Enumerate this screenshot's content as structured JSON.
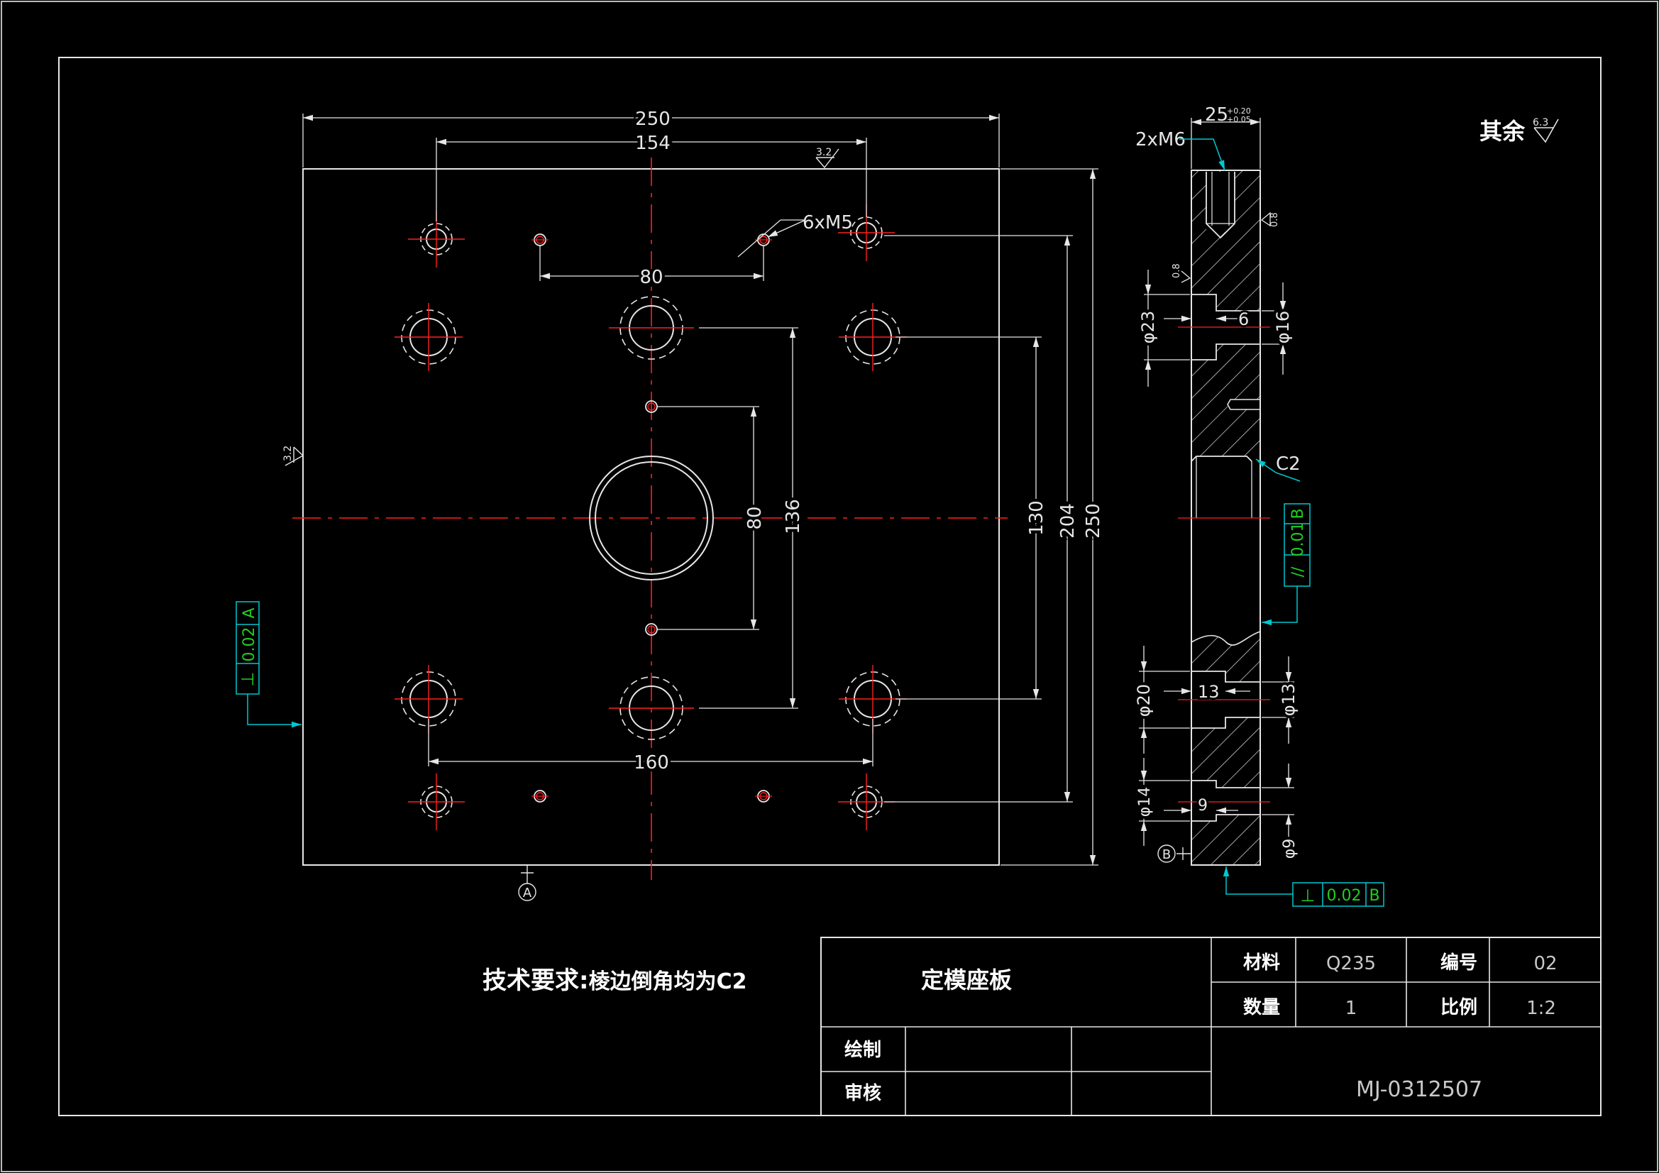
{
  "dimensions": {
    "front_width": "250",
    "front_hole_span": "154",
    "m5_span": "80",
    "front_height": "250",
    "v204": "204",
    "v130": "130",
    "v136": "136",
    "v80": "80",
    "h160": "160",
    "thickness": "25",
    "thickness_tol_upper": "+0.20",
    "thickness_tol_lower": "+0.05",
    "d23": "φ23",
    "depth6": "6",
    "d16": "φ16",
    "d20": "φ20",
    "depth13": "13",
    "d13": "φ13",
    "d14": "φ14",
    "depth9": "9",
    "d9": "φ9"
  },
  "callouts": {
    "m5_holes": "6xM5",
    "m6_holes": "2xM6",
    "chamfer": "C2",
    "datum_a": "A",
    "datum_b": "B"
  },
  "roughness": {
    "top": "3.2",
    "left": "3.2",
    "side_top": "0.8",
    "side_left": "0.8",
    "rest_label": "其余",
    "rest_value": "6.3"
  },
  "tolerance_frames": {
    "perp_a": {
      "symbol": "⊥",
      "value": "0.02",
      "datum": "A"
    },
    "par_b": {
      "symbol": "//",
      "value": "0.01",
      "datum": "B"
    },
    "perp_b": {
      "symbol": "⊥",
      "value": "0.02",
      "datum": "B"
    }
  },
  "notes": {
    "tech_req_label": "技术要求:",
    "tech_req_text": "棱边倒角均为C2"
  },
  "title_block": {
    "part_name": "定模座板",
    "material_label": "材料",
    "material_value": "Q235",
    "number_label": "编号",
    "number_value": "02",
    "qty_label": "数量",
    "qty_value": "1",
    "scale_label": "比例",
    "scale_value": "1:2",
    "drawn_label": "绘制",
    "check_label": "审核",
    "drawing_code": "MJ-0312507"
  },
  "colors": {
    "outline": "#e6e6e6",
    "centerline": "#ff2020",
    "leader": "#00c8d0",
    "tolerance_text": "#22cc22"
  }
}
